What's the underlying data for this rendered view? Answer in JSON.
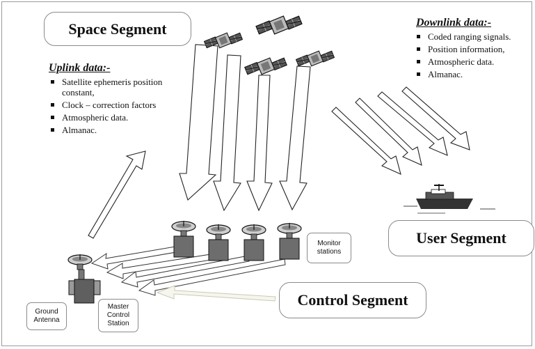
{
  "segments": {
    "space": "Space Segment",
    "user": "User Segment",
    "control": "Control Segment"
  },
  "uplink": {
    "heading": "Uplink data:-",
    "items": [
      "Satellite ephemeris position constant,",
      "Clock – correction factors",
      "Atmospheric data.",
      "Almanac."
    ]
  },
  "downlink": {
    "heading": "Downlink data:-",
    "items": [
      "Coded ranging signals.",
      "Position information,",
      "Atmospheric data.",
      "Almanac."
    ]
  },
  "labels": {
    "ground_antenna": "Ground Antenna",
    "master_control": "Master Control Station",
    "monitor_stations": "Monitor stations"
  },
  "icons": [
    "satellite-icon",
    "ship-icon",
    "dish-antenna-icon",
    "arrow-icon"
  ]
}
